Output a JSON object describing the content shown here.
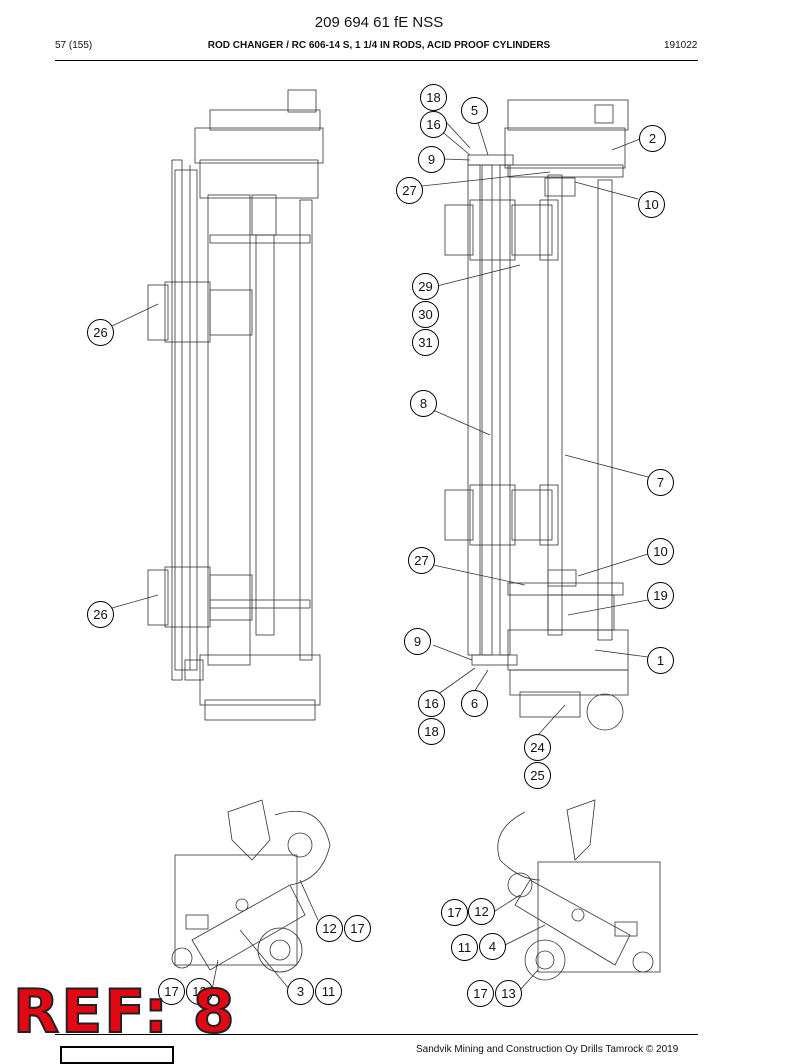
{
  "header": {
    "doc_number": "209 694 61 fE NSS",
    "page_counter": "57 (155)",
    "title": "ROD CHANGER / RC 606-14 S, 1 1/4 IN RODS, ACID PROOF CYLINDERS",
    "date": "191022"
  },
  "callouts": [
    "18",
    "5",
    "16",
    "2",
    "9",
    "27",
    "10",
    "29",
    "30",
    "31",
    "8",
    "7",
    "10",
    "27",
    "19",
    "9",
    "1",
    "16",
    "6",
    "18",
    "24",
    "25",
    "26",
    "26",
    "17",
    "12",
    "12",
    "17",
    "11",
    "4",
    "17",
    "13",
    "3",
    "11",
    "17",
    "13"
  ],
  "ref_label": "REF: 8",
  "footer": {
    "copyright": "Sandvik Mining and Construction Oy Drills Tamrock © 2019"
  }
}
